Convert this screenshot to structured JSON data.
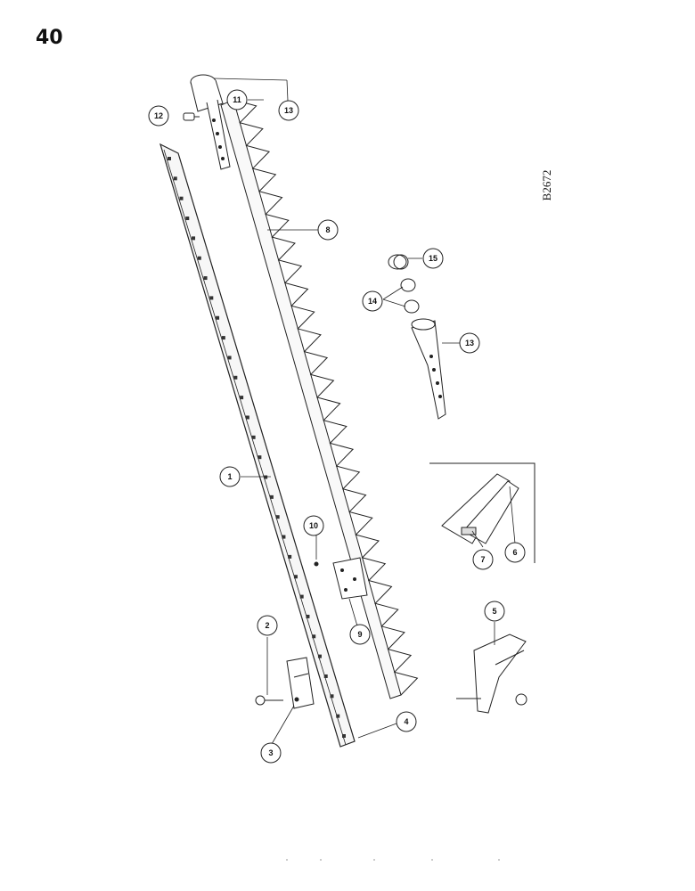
{
  "page": {
    "number": "40",
    "figure_code": "B2672"
  },
  "callouts": [
    {
      "id": "c1",
      "label": "1"
    },
    {
      "id": "c2",
      "label": "2"
    },
    {
      "id": "c3",
      "label": "3"
    },
    {
      "id": "c4",
      "label": "4"
    },
    {
      "id": "c5",
      "label": "5"
    },
    {
      "id": "c6",
      "label": "6"
    },
    {
      "id": "c7",
      "label": "7"
    },
    {
      "id": "c8",
      "label": "8"
    },
    {
      "id": "c9",
      "label": "9"
    },
    {
      "id": "c10",
      "label": "10"
    },
    {
      "id": "c11",
      "label": "11"
    },
    {
      "id": "c12",
      "label": "12"
    },
    {
      "id": "c13a",
      "label": "13"
    },
    {
      "id": "c13b",
      "label": "13"
    },
    {
      "id": "c14",
      "label": "14"
    },
    {
      "id": "c15",
      "label": "15"
    }
  ]
}
